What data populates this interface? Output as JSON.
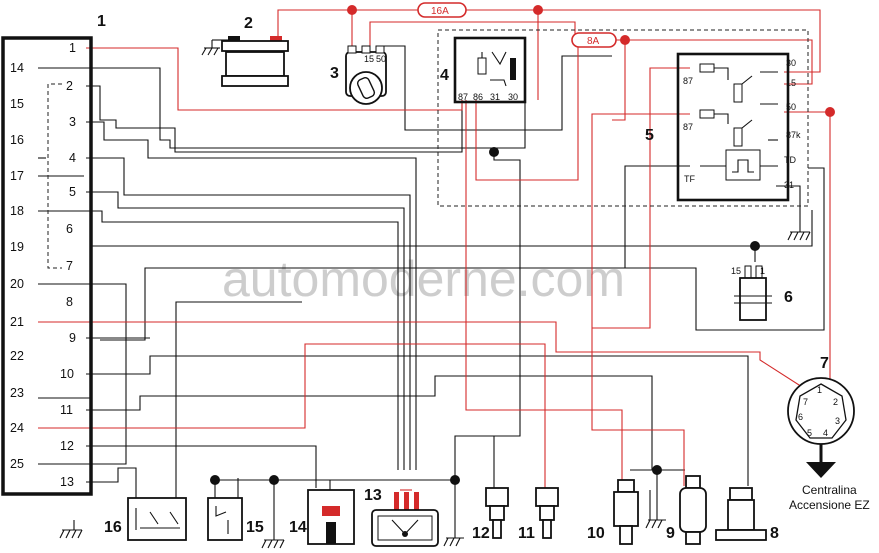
{
  "watermark": "automoderne.com",
  "fuses": {
    "f16": "16A",
    "f8": "8A"
  },
  "components": {
    "n1": "1",
    "n2": "2",
    "n3": "3",
    "n4": "4",
    "n5": "5",
    "n6": "6",
    "n7": "7",
    "n8": "8",
    "n9": "9",
    "n10": "10",
    "n11": "11",
    "n12": "12",
    "n13": "13",
    "n14": "14",
    "n15": "15",
    "n16": "16"
  },
  "ecu_pins_left": [
    "14",
    "15",
    "16",
    "17",
    "18",
    "19",
    "20",
    "21",
    "22",
    "23",
    "24",
    "25"
  ],
  "ecu_pins_right": [
    "1",
    "2",
    "3",
    "4",
    "5",
    "6",
    "7",
    "8",
    "9",
    "10",
    "11",
    "12",
    "13"
  ],
  "switch_terminals": {
    "t15": "15",
    "t50": "50"
  },
  "relay_terminals": {
    "t87": "87",
    "t86": "86",
    "t31": "31",
    "t30": "30"
  },
  "big_relay_terminals": {
    "l87a": "87",
    "l87b": "87",
    "tf": "TF",
    "r30": "30",
    "r15": "15",
    "r50": "50",
    "r87k": "87k",
    "rtd": "TD",
    "r31": "31"
  },
  "coil_terminals": {
    "a": "15",
    "b": "1"
  },
  "distributor_numbers": [
    "1",
    "2",
    "3",
    "4",
    "5",
    "6",
    "7"
  ],
  "caption": {
    "line1": "Centralina",
    "line2": "Accensione EZ"
  }
}
